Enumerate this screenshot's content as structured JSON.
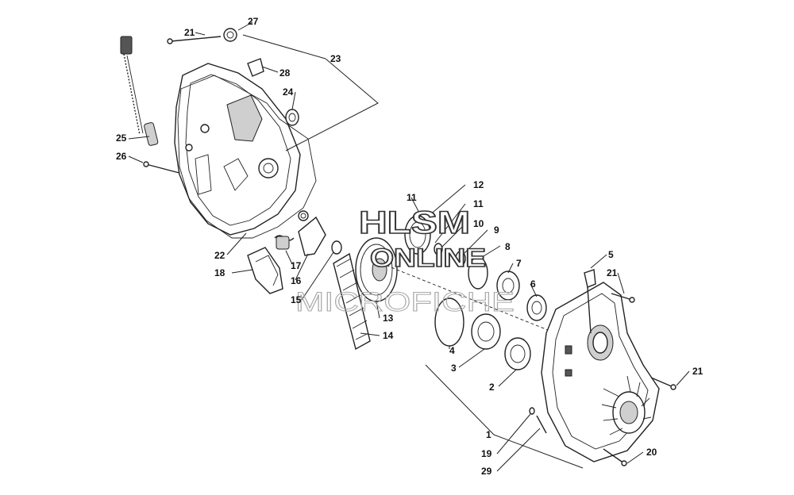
{
  "diagram": {
    "callouts": [
      {
        "id": "c1",
        "label": "1"
      },
      {
        "id": "c2",
        "label": "2"
      },
      {
        "id": "c3",
        "label": "3"
      },
      {
        "id": "c4",
        "label": "4"
      },
      {
        "id": "c5",
        "label": "5"
      },
      {
        "id": "c6",
        "label": "6"
      },
      {
        "id": "c7",
        "label": "7"
      },
      {
        "id": "c8",
        "label": "8"
      },
      {
        "id": "c9",
        "label": "9"
      },
      {
        "id": "c10",
        "label": "10"
      },
      {
        "id": "c11a",
        "label": "11"
      },
      {
        "id": "c11b",
        "label": "11"
      },
      {
        "id": "c12",
        "label": "12"
      },
      {
        "id": "c13",
        "label": "13"
      },
      {
        "id": "c14",
        "label": "14"
      },
      {
        "id": "c15",
        "label": "15"
      },
      {
        "id": "c16",
        "label": "16"
      },
      {
        "id": "c17",
        "label": "17"
      },
      {
        "id": "c18",
        "label": "18"
      },
      {
        "id": "c19",
        "label": "19"
      },
      {
        "id": "c20",
        "label": "20"
      },
      {
        "id": "c21a",
        "label": "21"
      },
      {
        "id": "c21b",
        "label": "21"
      },
      {
        "id": "c21c",
        "label": "21"
      },
      {
        "id": "c22",
        "label": "22"
      },
      {
        "id": "c23",
        "label": "23"
      },
      {
        "id": "c24",
        "label": "24"
      },
      {
        "id": "c25",
        "label": "25"
      },
      {
        "id": "c26",
        "label": "26"
      },
      {
        "id": "c27",
        "label": "27"
      },
      {
        "id": "c28",
        "label": "28"
      },
      {
        "id": "c29",
        "label": "29"
      }
    ]
  },
  "watermark": {
    "line1": "HLSM",
    "line2": "ONLINE",
    "line3": "MICROFICHE"
  }
}
